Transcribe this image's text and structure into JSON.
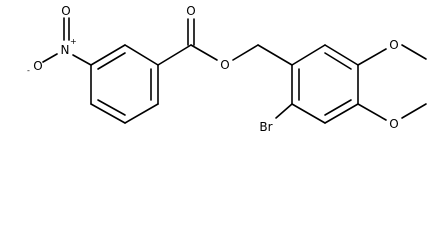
{
  "molecule": {
    "atoms": {
      "nitro_o_minus": "O",
      "nitro_n": "N",
      "nitro_o_top": "O",
      "carbonyl_o": "O",
      "ester_o": "O",
      "bromine": "Br",
      "methoxy_o_upper": "O",
      "methoxy_o_lower": "O"
    },
    "charges": {
      "nitro_n_plus": "+",
      "nitro_o_minus": "-"
    }
  }
}
